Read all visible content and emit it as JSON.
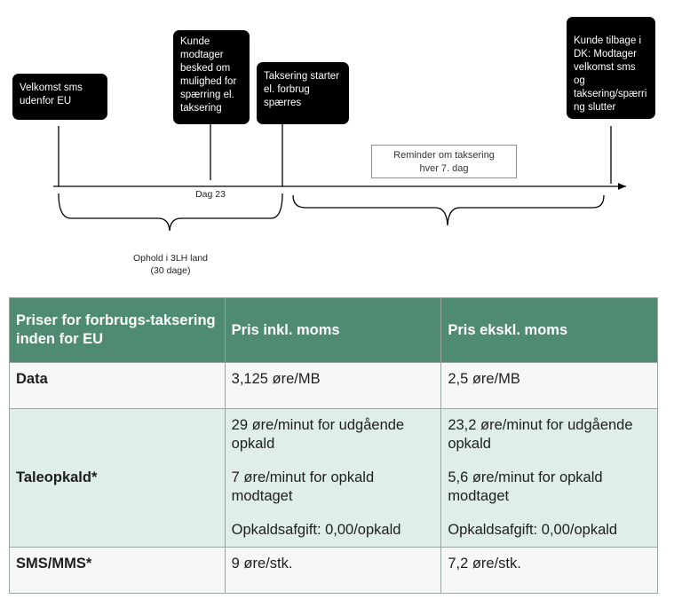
{
  "timeline": {
    "events": [
      {
        "id": "velkomst",
        "text": "Velkomst sms\nudenfor EU"
      },
      {
        "id": "kunde-besked",
        "text": "Kunde\nmodtager\nbesked om\nmulighed for\nspærring el.\ntaksering"
      },
      {
        "id": "taksering-starter",
        "text": "Taksering starter\nel. forbrug\nspærres"
      },
      {
        "id": "kunde-tilbage",
        "text": "Kunde tilbage i\nDK: Modtager\nvelkomst sms og\ntaksering/spærri\nng slutter"
      }
    ],
    "reminder": "Reminder om taksering\nhver 7. dag",
    "day_label": "Dag 23",
    "stay_label": "Ophold i 3LH land\n(30 dage)"
  },
  "table": {
    "headers": [
      "Priser for forbrugs-taksering inden for EU",
      "Pris inkl. moms",
      "Pris ekskl. moms"
    ],
    "rows": [
      {
        "label": "Data",
        "incl": [
          "3,125 øre/MB"
        ],
        "excl": [
          "2,5 øre/MB"
        ]
      },
      {
        "label": "Taleopkald*",
        "incl": [
          "29 øre/minut for udgående opkald",
          "7 øre/minut for opkald modtaget",
          "Opkaldsafgift: 0,00/opkald"
        ],
        "excl": [
          "23,2 øre/minut for udgående opkald",
          "5,6 øre/minut for opkald modtaget",
          "Opkaldsafgift: 0,00/opkald"
        ]
      },
      {
        "label": "SMS/MMS*",
        "incl": [
          "9 øre/stk."
        ],
        "excl": [
          "7,2 øre/stk."
        ]
      }
    ]
  }
}
